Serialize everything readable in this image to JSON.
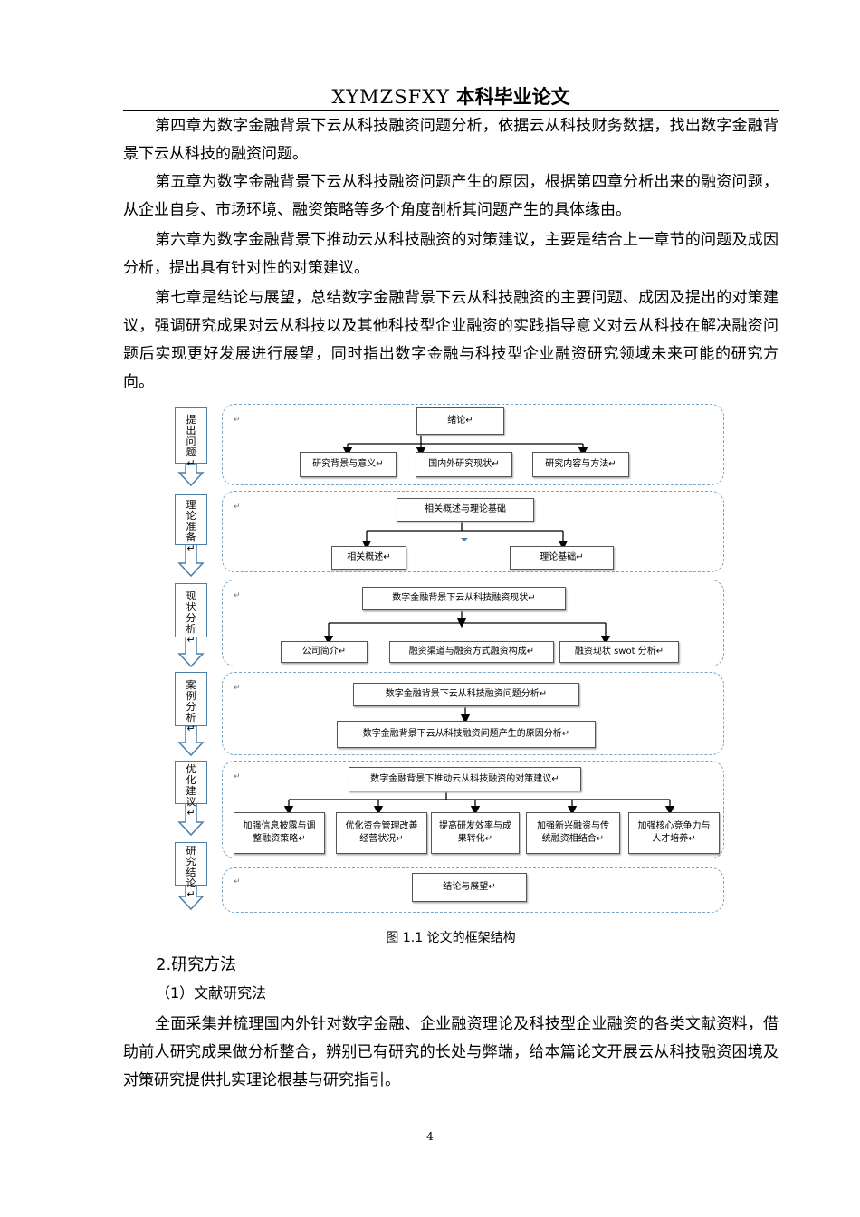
{
  "header": {
    "latin": "XYMZSFXY",
    "cn": "本科毕业论文"
  },
  "paragraphs": [
    "第四章为数字金融背景下云从科技融资问题分析，依据云从科技财务数据，找出数字金融背景下云从科技的融资问题。",
    "第五章为数字金融背景下云从科技融资问题产生的原因，根据第四章分析出来的融资问题，从企业自身、市场环境、融资策略等多个角度剖析其问题产生的具体缘由。",
    "第六章为数字金融背景下推动云从科技融资的对策建议，主要是结合上一章节的问题及成因分析，提出具有针对性的对策建议。",
    "第七章是结论与展望，总结数字金融背景下云从科技融资的主要问题、成因及提出的对策建议，强调研究成果对云从科技以及其他科技型企业融资的实践指导意义对云从科技在解决融资问题后实现更好发展进行展望，同时指出数字金融与科技型企业融资研究领域未来可能的研究方向。"
  ],
  "figure": {
    "para_mark": "↵",
    "sides": [
      "提出问题↵",
      "理论准备↵",
      "现状分析↵",
      "案例分析↵",
      "优化建议↵",
      "研究结论↵"
    ],
    "stage1": {
      "top": "绪论↵",
      "subs": [
        "研究背景与意义↵",
        "国内外研究现状↵",
        "研究内容与方法↵"
      ]
    },
    "stage2": {
      "top": "相关概述与理论基础",
      "subs": [
        "相关概述↵",
        "理论基础↵"
      ]
    },
    "stage3": {
      "top": "数字金融背景下云从科技融资现状↵",
      "subs": [
        "公司简介↵",
        "融资渠道与融资方式融资构成↵",
        "融资现状 swot 分析↵"
      ]
    },
    "stage4": {
      "boxes": [
        "数字金融背景下云从科技融资问题分析↵",
        "数字金融背景下云从科技融资问题产生的原因分析↵"
      ]
    },
    "stage5": {
      "top": "数字金融背景下推动云从科技融资的对策建议↵",
      "subs": [
        "加强信息披露与调整融资策略↵",
        "优化资金管理改善经营状况↵",
        "提高研发效率与成果转化↵",
        "加强新兴融资与传统融资相结合↵",
        "加强核心竞争力与人才培养↵"
      ]
    },
    "stage6": {
      "top": "结论与展望↵"
    },
    "caption": "图 1.1  论文的框架结构"
  },
  "section_heading": "2.研究方法",
  "subsection_heading": "（1）文献研究法",
  "paragraph_5": "全面采集并梳理国内外针对数字金融、企业融资理论及科技型企业融资的各类文献资料，借助前人研究成果做分析整合，辨别已有研究的长处与弊端，给本篇论文开展云从科技融资困境及对策研究提供扎实理论根基与研究指引。",
  "page_number": "4",
  "colors": {
    "stage_border": "#7aa6c8",
    "arrow": "#4a7ea9",
    "text": "#000000"
  }
}
